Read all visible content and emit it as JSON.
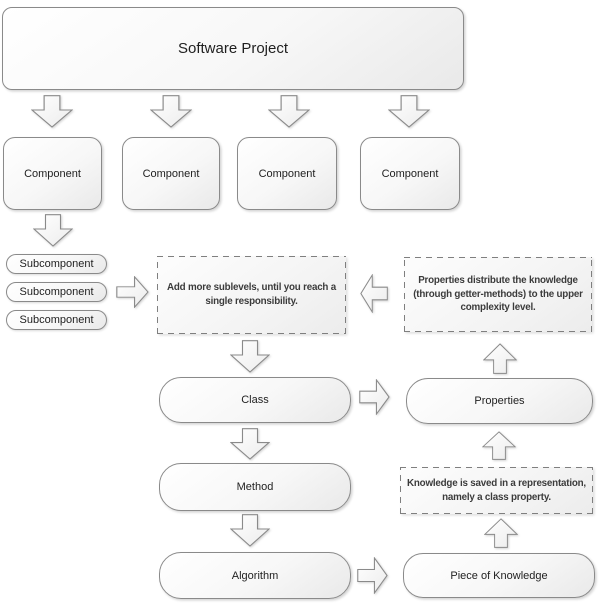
{
  "root": {
    "label": "Software Project"
  },
  "components": [
    "Component",
    "Component",
    "Component",
    "Component"
  ],
  "subcomponents": [
    "Subcomponent",
    "Subcomponent",
    "Subcomponent"
  ],
  "nodes": {
    "class": "Class",
    "method": "Method",
    "algorithm": "Algorithm",
    "properties": "Properties",
    "piece_of_knowledge": "Piece of Knowledge"
  },
  "notes": {
    "sublevels": {
      "lines": [
        "Add more sublevels, until you reach a",
        "single responsibility."
      ]
    },
    "properties_distribute": {
      "lines": [
        "Properties distribute the knowledge",
        "(through getter-methods) to the upper",
        "complexity level."
      ]
    },
    "knowledge_saved": {
      "lines": [
        "Knowledge is saved in a representation,",
        "namely a class property."
      ]
    }
  },
  "colors": {
    "box_border": "#8a8a8a",
    "box_fill_top": "#ffffff",
    "box_fill_bottom": "#e9e9e9",
    "label_text": "#1f1f1f",
    "note_text": "#3b3b3b",
    "background": "#ffffff"
  }
}
